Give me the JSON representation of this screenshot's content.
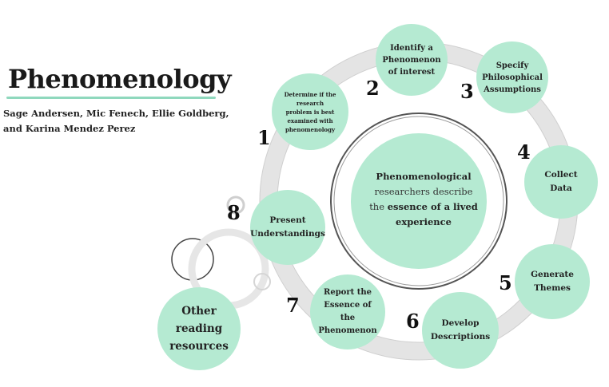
{
  "title": "Phenomenology",
  "authors": "Sage Andersen, Mic Fenech, Ellie Goldberg, and Karina Mendez Perez",
  "center": {
    "line1": "Phenomenological",
    "line2": "researchers describe",
    "line3a": "the",
    "line3b": "essence of a lived",
    "line4": "experience"
  },
  "steps": [
    {
      "number": "1",
      "label": "Determine if the research problem is best examined with phenomenology"
    },
    {
      "number": "2",
      "label": "Identify a Phenomenon of interest"
    },
    {
      "number": "3",
      "label": "Specify Philosophical Assumptions"
    },
    {
      "number": "4",
      "label": "Collect Data"
    },
    {
      "number": "5",
      "label": "Generate Themes"
    },
    {
      "number": "6",
      "label": "Develop Descriptions"
    },
    {
      "number": "7",
      "label": "Report the Essence of the Phenomenon"
    },
    {
      "number": "8",
      "label": "Present Understandings"
    }
  ],
  "other": {
    "label": "Other reading resources"
  },
  "colors": {
    "node_fill": "#b5ead2",
    "accent_underline": "#8fd8bd",
    "ring": "#d9d9d9"
  }
}
